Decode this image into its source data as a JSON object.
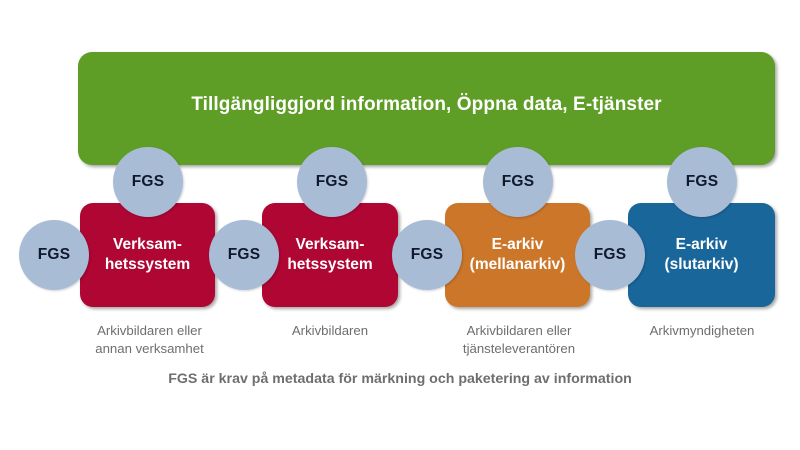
{
  "diagram": {
    "banner": {
      "label": "Tillgängliggjord information, Öppna data, E-tjänster",
      "color": "#5F9E26"
    },
    "boxes": [
      {
        "name": "verksamhetssystem-1",
        "label": "Verksam-\nhetssystem",
        "color": "#AF0634"
      },
      {
        "name": "verksamhetssystem-2",
        "label": "Verksam-\nhetssystem",
        "color": "#AF0634"
      },
      {
        "name": "e-arkiv-mellanarkiv",
        "label": "E-arkiv\n(mellanarkiv)",
        "color": "#CB7629"
      },
      {
        "name": "e-arkiv-slutarkiv",
        "label": "E-arkiv\n(slutarkiv)",
        "color": "#19669B"
      }
    ],
    "fgs_circles": {
      "label": "FGS",
      "color": "#A9BCD6",
      "text_color": "#10182B",
      "top_count": 4,
      "side_count": 4
    },
    "captions": [
      "Arkivbildaren eller\nannan verksamhet",
      "Arkivbildaren",
      "Arkivbildaren eller\ntjänsteleverantören",
      "Arkivmyndigheten"
    ],
    "footnote": "FGS är krav på metadata för märkning och paketering av information",
    "caption_color": "#6E6E6E",
    "background": "#FFFFFF"
  }
}
